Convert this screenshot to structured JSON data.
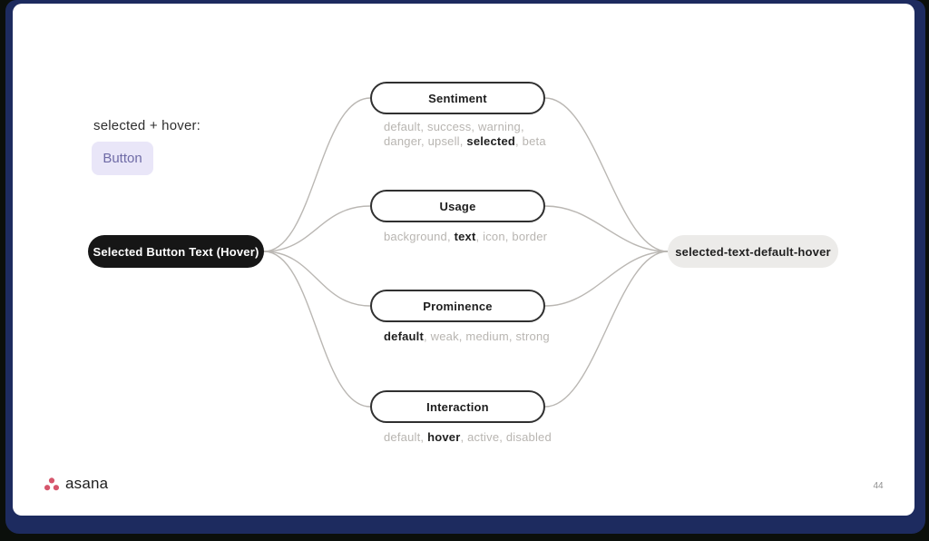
{
  "slide": {
    "page_number": "44",
    "footer_logo_text": "asana"
  },
  "header": {
    "state_label": "selected + hover:",
    "button_chip_label": "Button"
  },
  "diagram": {
    "source_node": "Selected Button Text (Hover)",
    "result_node": "selected-text-default-hover",
    "categories": [
      {
        "label": "Sentiment",
        "lines": [
          [
            {
              "t": "default, success, warning,"
            }
          ],
          [
            {
              "t": "danger, upsell, "
            },
            {
              "t": "selected",
              "b": true
            },
            {
              "t": ", beta"
            }
          ]
        ]
      },
      {
        "label": "Usage",
        "lines": [
          [
            {
              "t": "background, "
            },
            {
              "t": "text",
              "b": true
            },
            {
              "t": ", icon, border"
            }
          ]
        ]
      },
      {
        "label": "Prominence",
        "lines": [
          [
            {
              "t": "default",
              "b": true
            },
            {
              "t": ", weak, medium, strong"
            }
          ]
        ]
      },
      {
        "label": "Interaction",
        "lines": [
          [
            {
              "t": "default, "
            },
            {
              "t": "hover",
              "b": true
            },
            {
              "t": ", active, disabled"
            }
          ]
        ]
      }
    ]
  },
  "colors": {
    "frame_navy": "#1d2b5f",
    "source_pill_bg": "#161616",
    "chip_bg": "#e9e6f8",
    "chip_text": "#6f6ba6",
    "result_pill_bg": "#ecebe9",
    "category_border": "#303030",
    "connector_line": "#bab7b3",
    "muted_text": "#b8b5b1",
    "logo_rose": "#d6566c"
  }
}
